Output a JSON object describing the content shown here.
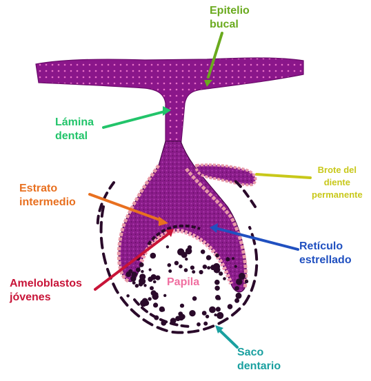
{
  "labels": {
    "epitelio_bucal": {
      "lines": [
        "Epitelio",
        "bucal"
      ],
      "color": "#6aaa1e"
    },
    "lamina_dental": {
      "lines": [
        "Lámina",
        "dental"
      ],
      "color": "#22c46a"
    },
    "brote_diente": {
      "lines": [
        "Brote del",
        "diente",
        "permanente"
      ],
      "color": "#c8c81a"
    },
    "estrato_intermedio": {
      "lines": [
        "Estrato",
        "intermedio"
      ],
      "color": "#e87020"
    },
    "reticulo_estrellado": {
      "lines": [
        "Retículo",
        "estrellado"
      ],
      "color": "#2050c0"
    },
    "ameloblastos": {
      "lines": [
        "Ameloblastos",
        "jóvenes"
      ],
      "color": "#c81438"
    },
    "papila": {
      "lines": [
        "Papila"
      ],
      "color": "#f06ea0"
    },
    "saco_dentario": {
      "lines": [
        "Saco",
        "dentario"
      ],
      "color": "#1aa0a0"
    }
  },
  "colors": {
    "tissue": "#8c1a8c",
    "tissue_dark": "#5a0a5a",
    "enamel_organ": "#9a2a9a",
    "cell_border": "#e89aa8",
    "papilla_cells": "#2a0a2a",
    "sac": "#2a0a2a"
  }
}
